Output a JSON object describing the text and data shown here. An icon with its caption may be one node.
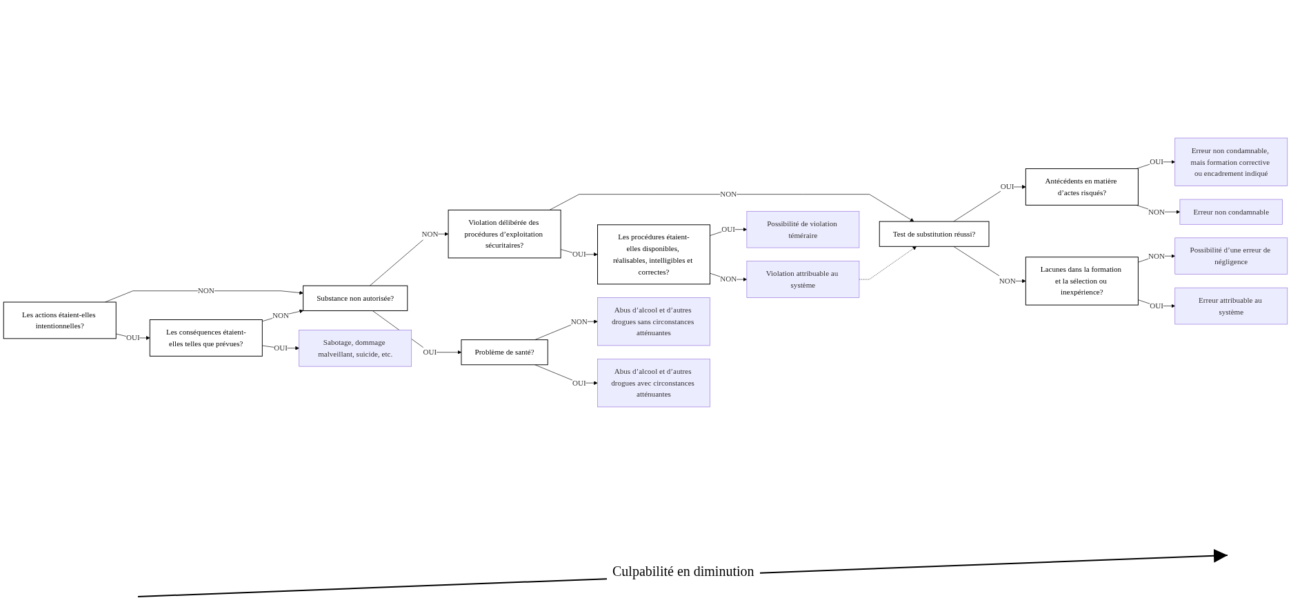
{
  "diagram": {
    "nodes": [
      {
        "text": [
          "Les actions étaient-elles intentionnelles?"
        ]
      },
      {
        "text": [
          "Substance non autorisée?"
        ]
      },
      {
        "text": [
          "Violation délibérée des procédures d’exploitation sécuritaires?"
        ]
      },
      {
        "text": [
          "Test de substitution réussi?"
        ]
      },
      {
        "text": [
          "Antécédents en matière d’actes risqués?"
        ]
      },
      {
        "text": [
          "Les conséquences étaient-elles telles que prévues?"
        ]
      },
      {
        "text": [
          "Problème de santé?"
        ]
      },
      {
        "text": [
          "Les procédures étaient-elles disponibles, réalisables, intelligibles et correctes?"
        ]
      },
      {
        "text": [
          "Lacunes dans la formation et la sélection ou inexpérience?"
        ]
      },
      {
        "text": [
          "Erreur non condamnable, mais formation corrective ou encadrement indiqué"
        ]
      },
      {
        "text": [
          "Erreur non condamnable"
        ]
      },
      {
        "text": [
          "Possibilité d’une erreur de négligence"
        ]
      },
      {
        "text": [
          "Erreur attribuable au système"
        ]
      },
      {
        "text": [
          "Possibilité de violation téméraire"
        ]
      },
      {
        "text": [
          "Violation attribuable au système"
        ]
      },
      {
        "text": [
          "Abus d’alcool et d’autres drogues sans circonstances atténuantes"
        ]
      },
      {
        "text": [
          "Abus d’alcool et d’autres drogues avec circonstances atténuantes"
        ]
      },
      {
        "text": [
          "Sabotage, dommage malveillant, suicide, etc."
        ]
      }
    ],
    "edges": [
      {
        "from": 0,
        "to": 1,
        "arrow": "to",
        "label": "NON"
      },
      {
        "from": 1,
        "to": 2,
        "arrow": "to",
        "label": "NON"
      },
      {
        "from": 2,
        "to": 3,
        "arrow": "to",
        "label": "NON"
      },
      {
        "from": 3,
        "to": 4,
        "arrow": "to",
        "label": "OUI"
      },
      {
        "from": 0,
        "to": 5,
        "arrow": "to",
        "label": "OUI"
      },
      {
        "from": 5,
        "to": 1,
        "arrow": "to",
        "label": "NON"
      },
      {
        "from": 5,
        "to": 17,
        "arrow": "to",
        "label": "OUI"
      },
      {
        "from": 1,
        "to": 6,
        "arrow": "to",
        "label": "OUI"
      },
      {
        "from": 6,
        "to": 15,
        "arrow": "to",
        "label": "NON"
      },
      {
        "from": 6,
        "to": 16,
        "arrow": "to",
        "label": "OUI"
      },
      {
        "from": 2,
        "to": 7,
        "arrow": "to",
        "label": "OUI"
      },
      {
        "from": 7,
        "to": 13,
        "arrow": "to",
        "label": "OUI"
      },
      {
        "from": 7,
        "to": 14,
        "arrow": "to",
        "label": "NON"
      },
      {
        "from": 14,
        "to": 3,
        "arrow": "to",
        "style": "dashed"
      },
      {
        "from": 3,
        "to": 8,
        "arrow": "to",
        "label": "NON"
      },
      {
        "from": 8,
        "to": 11,
        "arrow": "to",
        "label": "NON"
      },
      {
        "from": 8,
        "to": 12,
        "arrow": "to",
        "label": "OUI"
      },
      {
        "from": 4,
        "to": 9,
        "arrow": "to",
        "label": "OUI"
      },
      {
        "from": 4,
        "to": 10,
        "arrow": "to",
        "label": "NON"
      }
    ],
    "labels": [
      "Culpabilité en diminution"
    ]
  }
}
